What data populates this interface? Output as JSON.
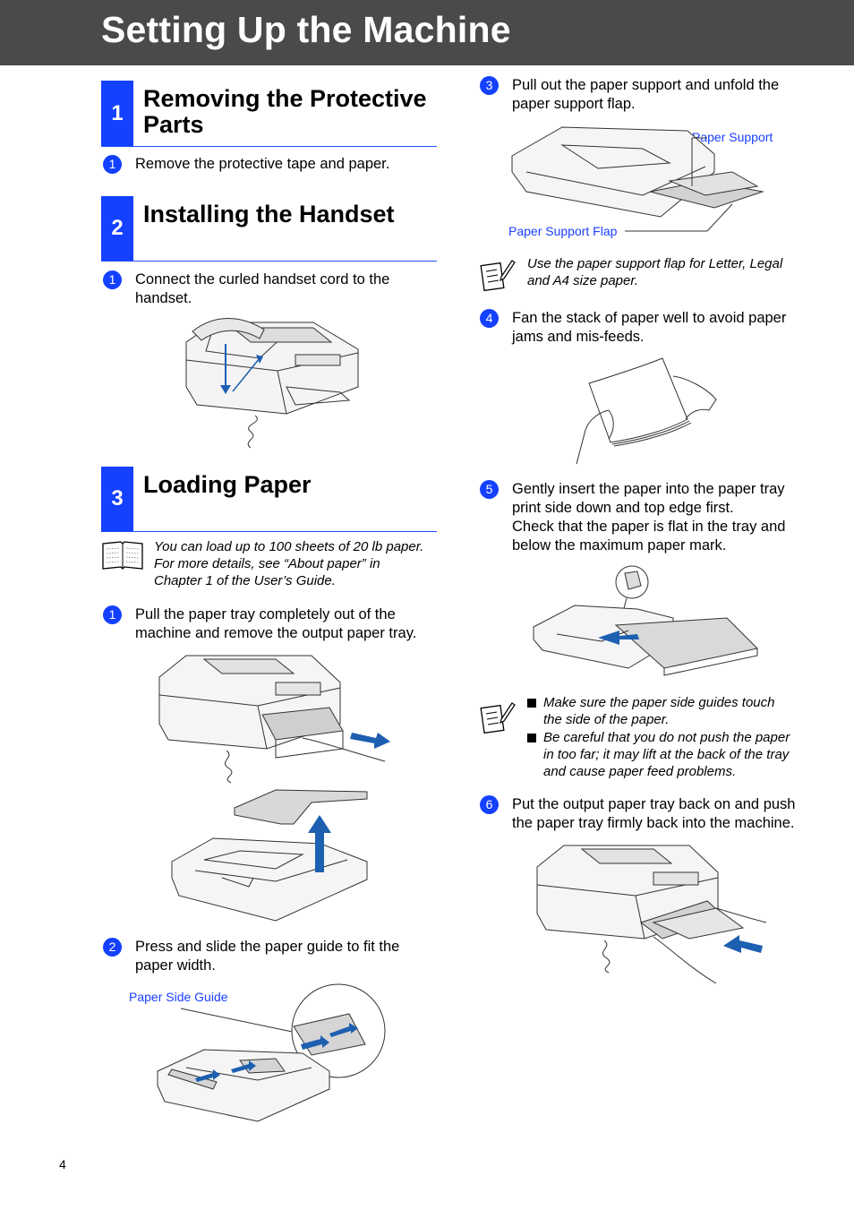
{
  "page": {
    "title": "Setting Up the Machine",
    "page_number": "4"
  },
  "sections": [
    {
      "number": "1",
      "title_line1": "Removing the Protective",
      "title_line2": "Parts"
    },
    {
      "number": "2",
      "title_line1": "Installing the Handset",
      "title_line2": ""
    },
    {
      "number": "3",
      "title_line1": "Loading Paper",
      "title_line2": ""
    }
  ],
  "steps": {
    "s1_1": {
      "num": "1",
      "text": "Remove the protective tape and paper."
    },
    "s2_1": {
      "num": "1",
      "line1": "Connect the curled handset cord to the",
      "line2": "handset."
    },
    "s3_1": {
      "num": "1",
      "line1": "Pull the paper tray completely out of the",
      "line2": "machine and remove the output paper tray."
    },
    "s3_2": {
      "num": "2",
      "line1": "Press and slide the paper guide to fit the",
      "line2": "paper width."
    },
    "s3_3": {
      "num": "3",
      "line1": "Pull out the paper support and unfold the",
      "line2": "paper support flap."
    },
    "s3_4": {
      "num": "4",
      "line1": "Fan the stack of paper well to avoid paper",
      "line2": "jams and mis-feeds."
    },
    "s3_5": {
      "num": "5",
      "line1": "Gently insert the paper into the paper tray",
      "line2": "print side down and top edge first.",
      "line3": "Check that the paper is flat in the tray and",
      "line4": "below the maximum paper mark."
    },
    "s3_6": {
      "num": "6",
      "line1": "Put the output paper tray back on and push",
      "line2": "the paper tray firmly back into the machine."
    }
  },
  "notes": {
    "guide": {
      "icon": "book-icon",
      "line1": "You can load up to 100 sheets of 20 lb paper.",
      "line2": "For more details, see “About paper” in",
      "line3": "Chapter 1 of the User’s Guide."
    },
    "flap": {
      "icon": "memo-pencil-icon",
      "line1": "Use the paper support flap for Letter, Legal",
      "line2": "and A4 size paper."
    },
    "guides_touch": {
      "icon": "memo-pencil-icon",
      "b1_line1": "Make sure the paper side guides touch",
      "b1_line2": "the side of the paper.",
      "b2_line1": "Be careful that you do not push the paper",
      "b2_line2": "in too far; it may lift at the back of the tray",
      "b2_line3": "and cause paper feed problems."
    }
  },
  "labels": {
    "paper_side_guide": "Paper Side Guide",
    "paper_support": "Paper Support",
    "paper_support_flap": "Paper Support Flap"
  },
  "colors": {
    "title_bar": "#4a4a4a",
    "accent_blue": "#1440ff",
    "arrow_blue": "#1d5fb0"
  }
}
